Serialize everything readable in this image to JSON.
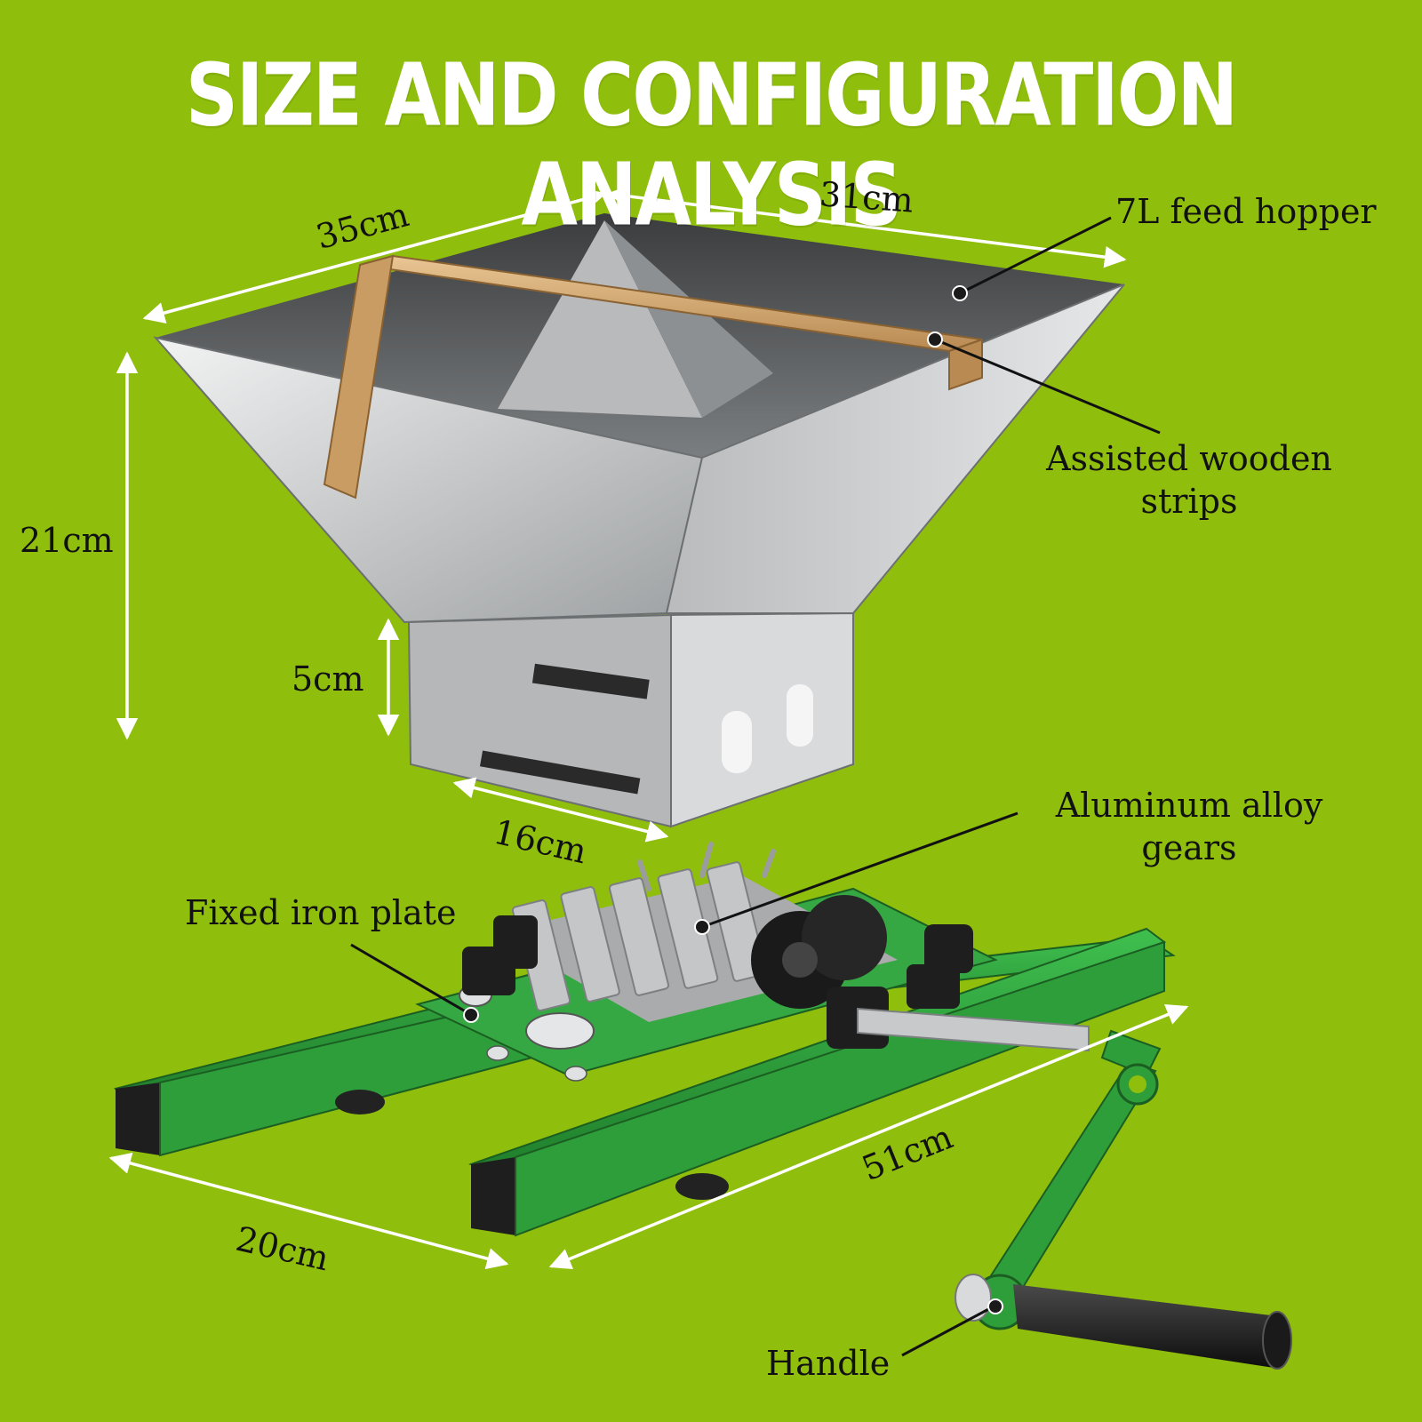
{
  "title": "SIZE AND CONFIGURATION ANALYSIS",
  "dimensions": {
    "hopper_depth": "35cm",
    "hopper_width": "31cm",
    "hopper_height": "21cm",
    "neck_height": "5cm",
    "outlet_width": "16cm",
    "frame_width": "20cm",
    "frame_length": "51cm"
  },
  "callouts": {
    "feed_hopper": "7L feed hopper",
    "wooden_strips_line1": "Assisted wooden",
    "wooden_strips_line2": "strips",
    "gears_line1": "Aluminum alloy",
    "gears_line2": "gears",
    "iron_plate": "Fixed iron plate",
    "handle": "Handle"
  },
  "colors": {
    "background": "#8fbe0c",
    "frame_green": "#2e9e3a",
    "steel": "#c9cbcc",
    "wood": "#d8b07a",
    "text": "#111111",
    "title": "#ffffff"
  }
}
